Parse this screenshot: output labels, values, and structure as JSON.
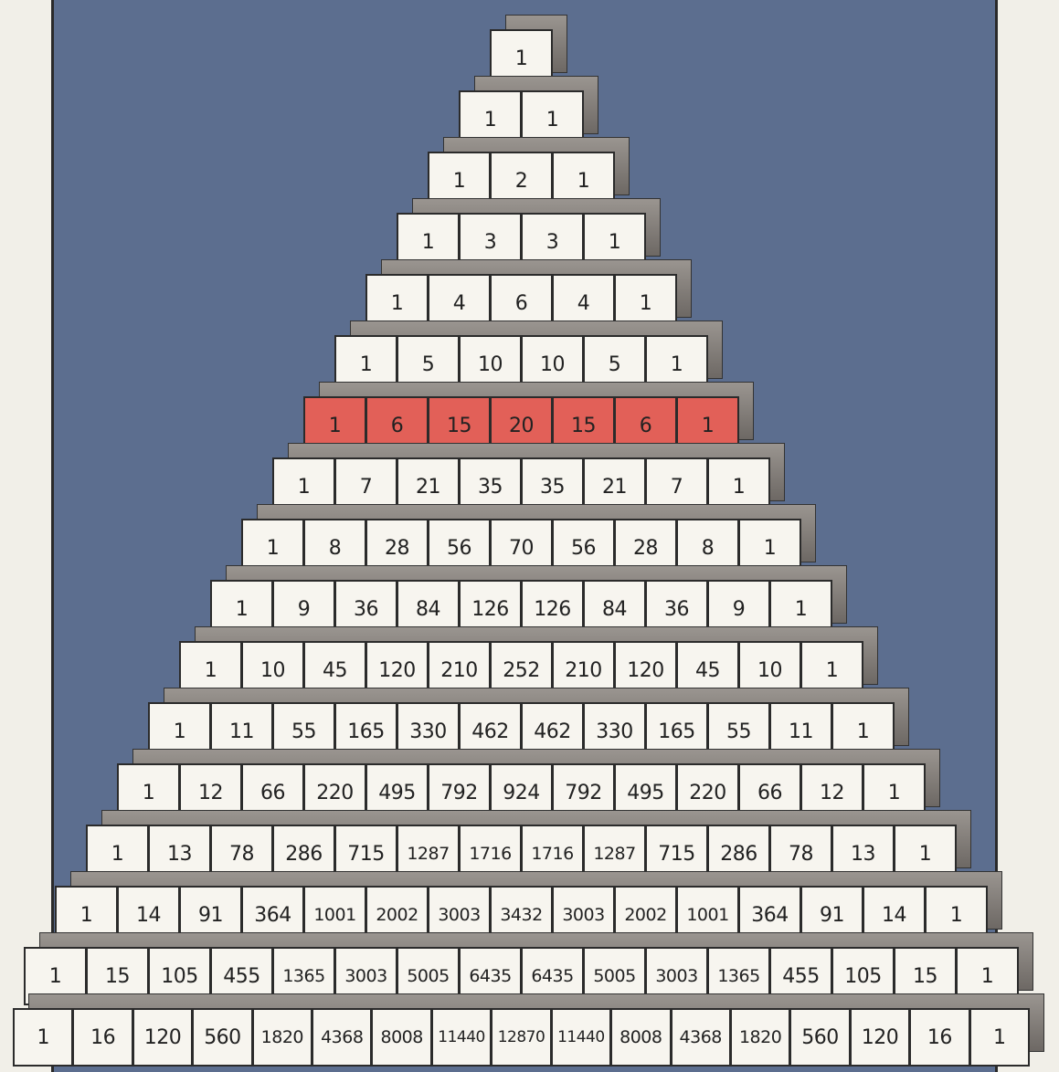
{
  "highlighted_row_index": 6,
  "highlight_color": "#e26058",
  "background_color": "#5c6e8f",
  "rows": [
    [
      "1"
    ],
    [
      "1",
      "1"
    ],
    [
      "1",
      "2",
      "1"
    ],
    [
      "1",
      "3",
      "3",
      "1"
    ],
    [
      "1",
      "4",
      "6",
      "4",
      "1"
    ],
    [
      "1",
      "5",
      "10",
      "10",
      "5",
      "1"
    ],
    [
      "1",
      "6",
      "15",
      "20",
      "15",
      "6",
      "1"
    ],
    [
      "1",
      "7",
      "21",
      "35",
      "35",
      "21",
      "7",
      "1"
    ],
    [
      "1",
      "8",
      "28",
      "56",
      "70",
      "56",
      "28",
      "8",
      "1"
    ],
    [
      "1",
      "9",
      "36",
      "84",
      "126",
      "126",
      "84",
      "36",
      "9",
      "1"
    ],
    [
      "1",
      "10",
      "45",
      "120",
      "210",
      "252",
      "210",
      "120",
      "45",
      "10",
      "1"
    ],
    [
      "1",
      "11",
      "55",
      "165",
      "330",
      "462",
      "462",
      "330",
      "165",
      "55",
      "11",
      "1"
    ],
    [
      "1",
      "12",
      "66",
      "220",
      "495",
      "792",
      "924",
      "792",
      "495",
      "220",
      "66",
      "12",
      "1"
    ],
    [
      "1",
      "13",
      "78",
      "286",
      "715",
      "1287",
      "1716",
      "1716",
      "1287",
      "715",
      "286",
      "78",
      "13",
      "1"
    ],
    [
      "1",
      "14",
      "91",
      "364",
      "1001",
      "2002",
      "3003",
      "3432",
      "3003",
      "2002",
      "1001",
      "364",
      "91",
      "14",
      "1"
    ],
    [
      "1",
      "15",
      "105",
      "455",
      "1365",
      "3003",
      "5005",
      "6435",
      "6435",
      "5005",
      "3003",
      "1365",
      "455",
      "105",
      "15",
      "1"
    ],
    [
      "1",
      "16",
      "120",
      "560",
      "1820",
      "4368",
      "8008",
      "11440",
      "12870",
      "11440",
      "8008",
      "4368",
      "1820",
      "560",
      "120",
      "16",
      "1"
    ]
  ]
}
